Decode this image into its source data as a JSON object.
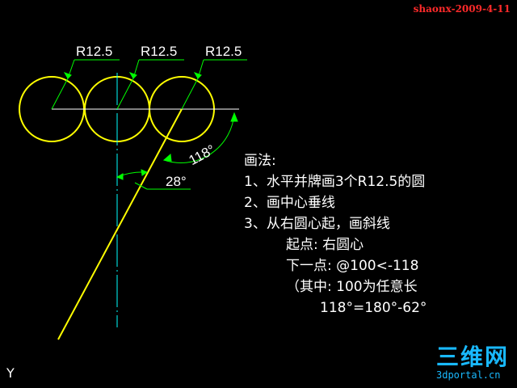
{
  "watermark": "shaonx-2009-4-11",
  "dimensions": {
    "radius_labels": [
      "R12.5",
      "R12.5",
      "R12.5"
    ],
    "angle_large": "118°",
    "angle_small": "28°"
  },
  "notes": {
    "title": "画法:",
    "step1": "1、水平并牌画3个R12.5的圆",
    "step2": "2、画中心垂线",
    "step3": "3、从右圆心起，画斜线",
    "start": "起点: 右圆心",
    "next": "下一点: @100<-118",
    "remark": "（其中: 100为任意长",
    "formula": "118°=180°-62°"
  },
  "brand": {
    "top": "三维网",
    "bottom": "3dportal.cn"
  },
  "axis_label": "Y",
  "colors": {
    "circle": "#ffff00",
    "line": "#ffff00",
    "dimension": "#00ff00",
    "centerline": "#00ffff",
    "text": "#ffffff"
  }
}
